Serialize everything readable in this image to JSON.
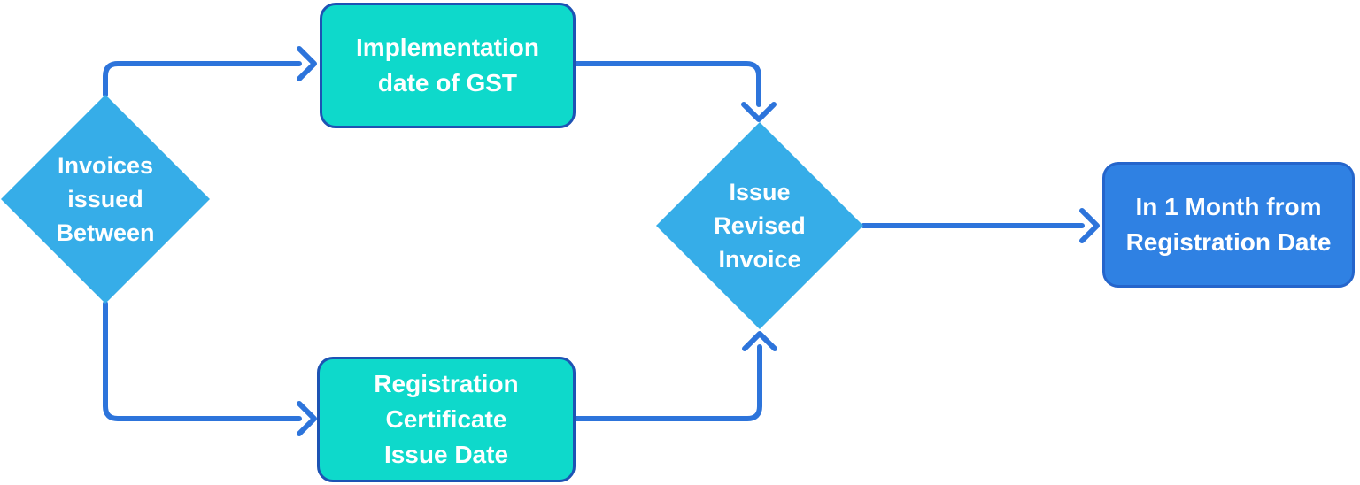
{
  "diagram": {
    "type": "flowchart",
    "nodes": {
      "invoices_issued": {
        "label": "Invoices\nissued\nBetween",
        "shape": "decision-diamond"
      },
      "implementation_date": {
        "label": "Implementation\ndate of GST",
        "shape": "process-box"
      },
      "registration_certificate": {
        "label": "Registration\nCertificate\nIssue Date",
        "shape": "process-box"
      },
      "issue_revised_invoice": {
        "label": "Issue\nRevised\nInvoice",
        "shape": "decision-diamond"
      },
      "one_month_from_registration": {
        "label": "In 1 Month from\nRegistration Date",
        "shape": "process-box"
      }
    },
    "edges": [
      {
        "from": "invoices_issued",
        "to": "implementation_date"
      },
      {
        "from": "invoices_issued",
        "to": "registration_certificate"
      },
      {
        "from": "implementation_date",
        "to": "issue_revised_invoice"
      },
      {
        "from": "registration_certificate",
        "to": "issue_revised_invoice"
      },
      {
        "from": "issue_revised_invoice",
        "to": "one_month_from_registration"
      }
    ],
    "colors": {
      "diamond_fill": "#36ADE8",
      "teal_box_fill": "#0ED9CB",
      "teal_box_border": "#1D53B4",
      "blue_box_fill": "#2F81E3",
      "blue_box_border": "#2565CB",
      "connector": "#2D74DB",
      "text": "#FFFFFF"
    }
  }
}
